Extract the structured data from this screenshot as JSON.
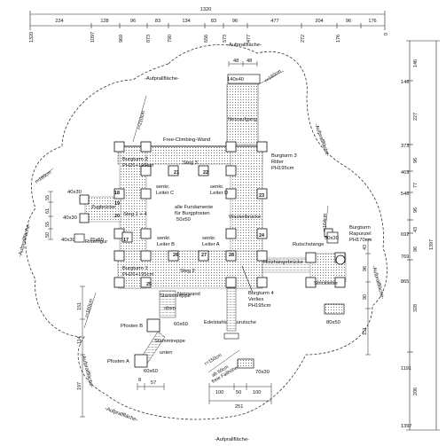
{
  "top_dims": {
    "total": "1320",
    "segments": [
      "224",
      "128",
      "96",
      "83",
      "134",
      "83",
      "96",
      "477",
      "204",
      "96",
      "176"
    ],
    "ticks": [
      "1320",
      "1097",
      "969",
      "873",
      "790",
      "656",
      "573",
      "477",
      "272",
      "176",
      "0"
    ]
  },
  "right_dims": {
    "total": "1397",
    "segments": [
      "146",
      "227",
      "96",
      "77",
      "96",
      "43",
      "96",
      "328",
      "206"
    ],
    "ticks": [
      "146",
      "373",
      "469",
      "546",
      "692",
      "769",
      "865",
      "1191",
      "1397"
    ]
  },
  "cells": [
    "21",
    "22",
    "23",
    "24",
    "25",
    "26",
    "27",
    "28",
    "17",
    "18",
    "19",
    "20"
  ],
  "labels": {
    "aufprall": "-Aufprallfläche-",
    "netzaufgang": "Netzaufgang",
    "free_climbing": "Free-Climbing-Wand",
    "burgturm2": "Burgturm 2",
    "burgturm2_ph": "PH26+195cm",
    "burgturm3": "Burgturm 3",
    "burgturm3_ritter": "Ritter",
    "burgturm3_ph": "PH195cm",
    "steg3": "Steg 3",
    "steg2": "Steg 2",
    "steg1_4": "Steg 1 + 4",
    "senkr_leiter_c": "senkr. Leiter C",
    "senkr_leiter_d": "senkr. Leiter D",
    "senkr_leiter_b": "senkr. Leiter B",
    "senkr_leiter_a": "senkr. Leiter A",
    "fundamente1": "alle Fundamente",
    "fundamente2": "für Burgpfosten",
    "fundamente3": "50x50",
    "zugbruecke": "Zugbrücke",
    "wackelbruecke": "Wackelbrücke",
    "rutschstange": "Rutschstange",
    "holzhaenge": "Holzhängebrücke",
    "burgturm_rapunzel1": "Burgturm",
    "burgturm_rapunzel2": "Rapunzel",
    "burgturm_rapunzel3": "PH170cm",
    "burgturm1": "Burgturm 1",
    "burgturm1_ph": "PH26+195cm",
    "netzwand": "Netzwand",
    "stammtreppe_oben1": "Stammtreppe",
    "stammtreppe_oben2": "oben",
    "stammtreppe_unten1": "Stammtreppe",
    "stammtreppe_unten2": "unten",
    "burgturm4_1": "Burgturm 4",
    "burgturm4_2": "Verlies",
    "burgturm4_3": "PH195cm",
    "edelstahl": "Edelstahlanbaurutsche",
    "strickleiter": "Strickleiter",
    "pfosten_b": "Pfosten B",
    "pfosten_a": "Pfosten A",
    "ritterfigur": "Ritterfigur",
    "freie_fallhoehe1": "ab 60cm",
    "freie_fallhoehe2": "freie Fallhöhe",
    "r150": "r=150cm",
    "r160_left": "r=160cm",
    "r160_bottom": "r=160cm",
    "r180": "r=180cm",
    "r160_top": "r=160cm",
    "r210": "r=210cm",
    "r150_mid": "r=150cm",
    "r164": "r=164cm"
  },
  "sizes": {
    "s140x40": "140x40",
    "s48_top": "48",
    "s48_top2": "48",
    "s40x30_a": "40x30",
    "s40x30_b": "40x30",
    "s40x30_c": "40x30",
    "s75x50": "75x50",
    "s60x60_a": "60x60",
    "s60x60_b": "60x60",
    "s70x30": "70x30",
    "s80x50": "80x50",
    "s30x30": "30x30",
    "s100a": "100",
    "s50": "50",
    "s100b": "100",
    "s251": "251",
    "s8": "8",
    "s57": "57",
    "s55a": "55",
    "s61": "61",
    "s55b": "55",
    "s50b": "50",
    "s151": "151",
    "s114": "114",
    "s197": "197",
    "s98": "98",
    "s90": "90",
    "s96v": "96",
    "s151b": "151",
    "s43v": "43"
  }
}
